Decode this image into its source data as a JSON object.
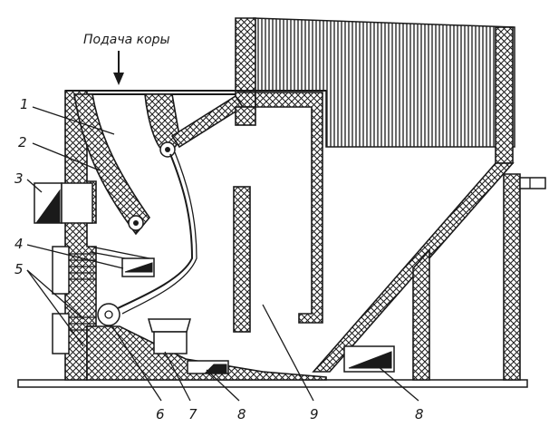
{
  "feed_caption": "Подача коры",
  "labels": {
    "l1": "1",
    "l2": "2",
    "l3": "3",
    "l4": "4",
    "l5": "5",
    "l6": "6",
    "l7": "7",
    "l8a": "8",
    "l8b": "8",
    "l9": "9"
  }
}
